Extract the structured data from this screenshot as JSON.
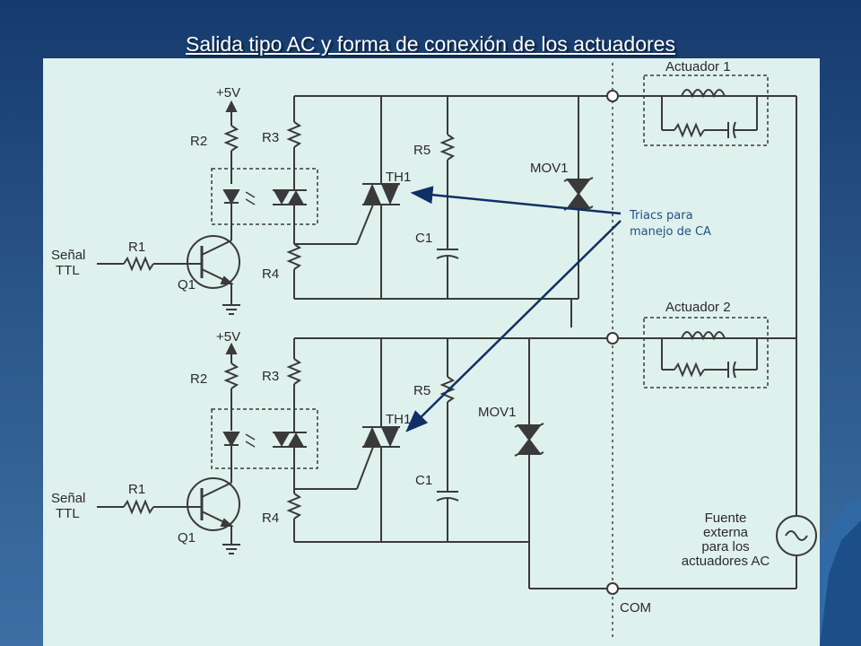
{
  "slide": {
    "title": "Salida tipo AC y forma de conexión de los actuadores"
  },
  "colors": {
    "panel_bg": "#dff1ec",
    "wire": "#3a3a3a",
    "arrow": "#0f2f66",
    "annotation_text": "#1f4f8a",
    "slide_bg_top": "#153a6e",
    "slide_bg_bottom": "#3d6fa4"
  },
  "circuit": {
    "channels": [
      {
        "supply": "+5V",
        "r2": "R2",
        "r3": "R3",
        "r5": "R5",
        "r1": "R1",
        "r4": "R4",
        "transistor": "Q1",
        "triac": "TH1",
        "capacitor": "C1",
        "mov": "MOV1",
        "input_line1": "Señal",
        "input_line2": "TTL"
      },
      {
        "supply": "+5V",
        "r2": "R2",
        "r3": "R3",
        "r5": "R5",
        "r1": "R1",
        "r4": "R4",
        "transistor": "Q1",
        "triac": "TH1",
        "capacitor": "C1",
        "mov": "MOV1",
        "input_line1": "Señal",
        "input_line2": "TTL"
      }
    ],
    "actuators": [
      "Actuador 1",
      "Actuador 2"
    ],
    "source_label_lines": [
      "Fuente",
      "externa",
      "para los",
      "actuadores AC"
    ],
    "com_label": "COM"
  },
  "annotation": {
    "line1": "Triacs para",
    "line2": "manejo de CA"
  },
  "icons": {
    "ac_source": "ac-source-icon",
    "optocoupler": "optocoupler-icon",
    "triac": "triac-icon",
    "mov": "varistor-icon",
    "transistor": "npn-transistor-icon",
    "inductor": "inductor-icon",
    "capacitor": "capacitor-icon",
    "resistor": "resistor-icon",
    "ground": "ground-icon"
  }
}
